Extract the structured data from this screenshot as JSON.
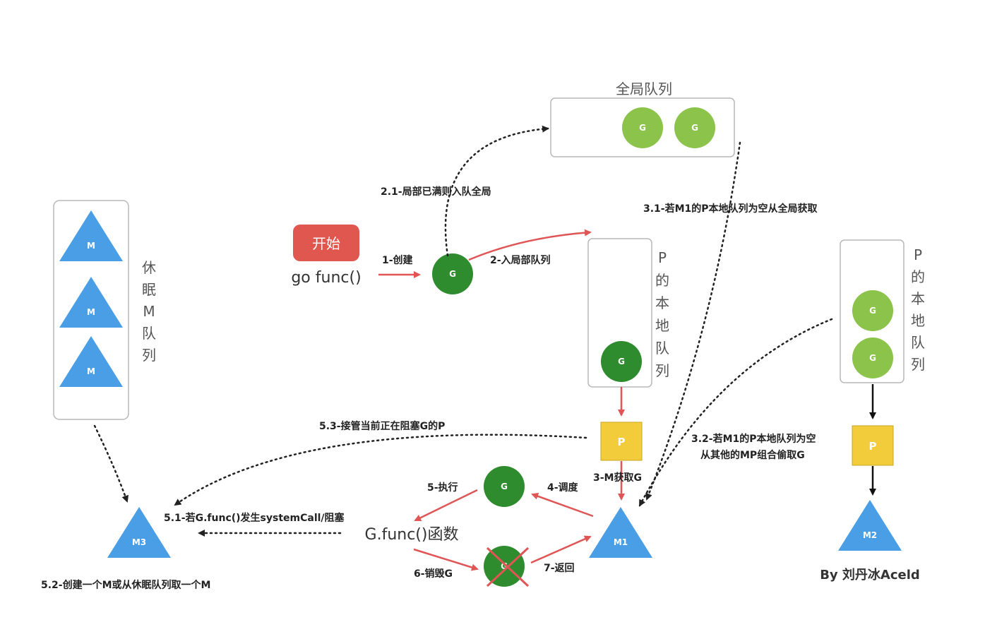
{
  "labels": {
    "global_queue": "全局队列",
    "p_local_queue": "P的本地队列",
    "idle_m_queue": "休眠M队列",
    "start": "开始",
    "go_func": "go func()",
    "gfunc": "G.func()函数",
    "author": "By 刘丹冰Aceld"
  },
  "nodes": {
    "g": "G",
    "m": "M",
    "m1": "M1",
    "m2": "M2",
    "m3": "M3",
    "p": "P"
  },
  "steps": {
    "s1": "1-创建",
    "s2": "2-入局部队列",
    "s2_1": "2.1-局部已满则入队全局",
    "s3_1": "3.1-若M1的P本地队列为空从全局获取",
    "s3_2_a": "3.2-若M1的P本地队列为空",
    "s3_2_b": "从其他的MP组合偷取G",
    "s3": "3-M获取G",
    "s4": "4-调度",
    "s5": "5-执行",
    "s5_1": "5.1-若G.func()发生systemCall/阻塞",
    "s5_2": "5.2-创建一个M或从休眠队列取一个M",
    "s5_3": "5.3-接管当前正在阻塞G的P",
    "s6": "6-销毁G",
    "s7": "7-返回"
  },
  "colors": {
    "g_light": "#8cc34a",
    "g_dark": "#2e8b2e",
    "m_blue": "#4a9ee6",
    "p_yellow": "#f2cc3a",
    "start_red": "#e0574f",
    "arrow_red": "#e05555"
  }
}
